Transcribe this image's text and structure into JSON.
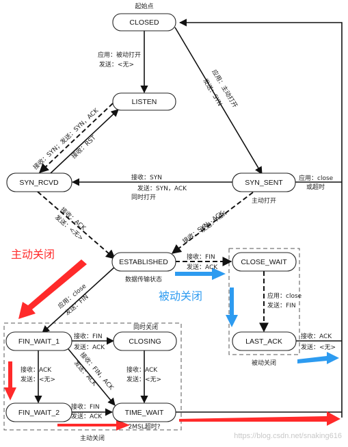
{
  "colors": {
    "red": "#ff2a2a",
    "blue": "#2d9bf0",
    "line": "#111111"
  },
  "states": {
    "closed": "CLOSED",
    "listen": "LISTEN",
    "syn_rcvd": "SYN_RCVD",
    "syn_sent": "SYN_SENT",
    "established": "ESTABLISHED",
    "close_wait": "CLOSE_WAIT",
    "last_ack": "LAST_ACK",
    "fin_wait_1": "FIN_WAIT_1",
    "closing": "CLOSING",
    "fin_wait_2": "FIN_WAIT_2",
    "time_wait": "TIME_WAIT"
  },
  "captions": {
    "start_point": "起始点",
    "data_transfer": "数据传输状态",
    "passive_close_box": "被动关闭",
    "simultaneous_close": "同时关闭",
    "active_close_box": "主动关闭",
    "active_open": "主动打开",
    "msl_timeout": "2MSL超时?"
  },
  "highlights": {
    "active_close": "主动关闭",
    "passive_close": "被动关闭"
  },
  "watermark": "https://blog.csdn.net/snaking616",
  "transitions": {
    "closed_listen_1": "应用：被动打开",
    "closed_listen_2": "发送：<无>",
    "closed_synsent_1": "应用：主动打开",
    "closed_synsent_2": "发送：SYN",
    "listen_synrcvd_1": "接收：SYN；发送：SYN，ACK",
    "synrcvd_listen": "接收：RST",
    "synsent_synrcvd_1": "接收：SYN",
    "synsent_synrcvd_2": "发送：SYN，ACK",
    "synsent_synrcvd_3": "同时打开",
    "synsent_closed_1": "应用：close",
    "synsent_closed_2": "或超时",
    "synsent_est": "接收：SYN，ACK",
    "synsent_est_2": "发送：ACK",
    "synrcvd_est_1": "接收：ACK",
    "synrcvd_est_2": "发送：<无>",
    "est_closewait_1": "接收：FIN",
    "est_closewait_2": "发送：ACK",
    "est_finwait1_1": "应用：close",
    "est_finwait1_2": "发送：FIN",
    "closewait_lastack_1": "应用：close",
    "closewait_lastack_2": "发送：FIN",
    "lastack_closed_1": "接收：ACK",
    "lastack_closed_2": "发送：<无>",
    "finwait1_closing_1": "接收：FIN",
    "finwait1_closing_2": "发送：ACK",
    "finwait1_timewait_1": "接收：FIN，ACK",
    "finwait1_timewait_2": "发送：ACK",
    "finwait1_finwait2_1": "接收：ACK",
    "finwait1_finwait2_2": "发送：<无>",
    "closing_timewait_1": "接收：ACK",
    "closing_timewait_2": "发送：<无>",
    "finwait2_timewait_1": "接收：FIN",
    "finwait2_timewait_2": "发送：ACK"
  }
}
